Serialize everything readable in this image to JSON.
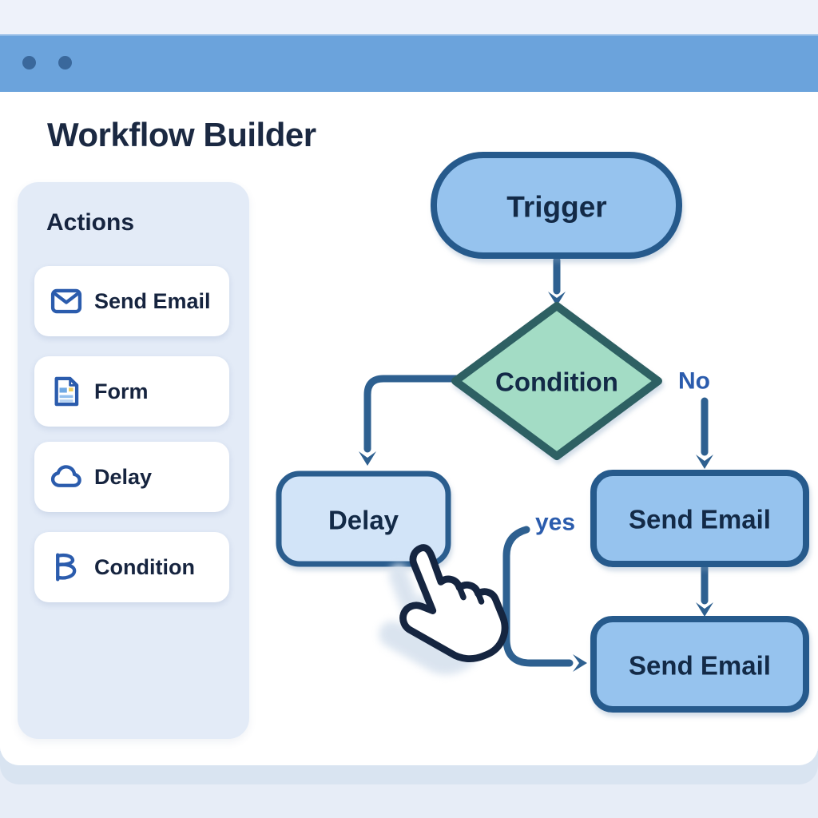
{
  "header": {
    "title": "Workflow Builder"
  },
  "window": {
    "controls": {
      "dot_count": 2,
      "dot_icon": "window-control-dot"
    }
  },
  "sidebar": {
    "title": "Actions",
    "items": [
      {
        "label": "Send Email",
        "icon": "envelope-icon"
      },
      {
        "label": "Form",
        "icon": "document-icon"
      },
      {
        "label": "Delay",
        "icon": "cloud-icon"
      },
      {
        "label": "Condition",
        "icon": "branch-icon"
      }
    ]
  },
  "flowchart": {
    "nodes": [
      {
        "id": "trigger",
        "label": "Trigger",
        "shape": "pill",
        "fill": "#96c3ee"
      },
      {
        "id": "condition",
        "label": "Condition",
        "shape": "diamond",
        "fill": "#a3dcc5"
      },
      {
        "id": "delay",
        "label": "Delay",
        "shape": "rounded-rect",
        "fill": "#d2e4f8"
      },
      {
        "id": "send-email-1",
        "label": "Send Email",
        "shape": "rounded-rect",
        "fill": "#96c3ee"
      },
      {
        "id": "send-email-2",
        "label": "Send Email",
        "shape": "rounded-rect",
        "fill": "#96c3ee"
      }
    ],
    "edge_labels": {
      "no": "No",
      "yes": "yes"
    },
    "cursor_icon": "hand-pointer-cursor"
  },
  "colors": {
    "browser_bar": "#6ba3dc",
    "window_dot": "#3a689c",
    "page_background": "#e7edf7",
    "top_strip": "#eef2fa",
    "content_background": "#ffffff",
    "footer_band": "#d9e4f1",
    "sidebar_background": "#e3ebf7",
    "node_fill_blue": "#96c3ee",
    "node_fill_light_blue": "#d2e4f8",
    "node_border_blue": "#265a8c",
    "diamond_fill_green": "#a3dcc5",
    "diamond_border_teal": "#2f6063",
    "arrow_blue": "#2e6090",
    "edge_label_blue": "#2b5cad",
    "icon_blue": "#2b5cad",
    "text_dark": "#16243f"
  }
}
